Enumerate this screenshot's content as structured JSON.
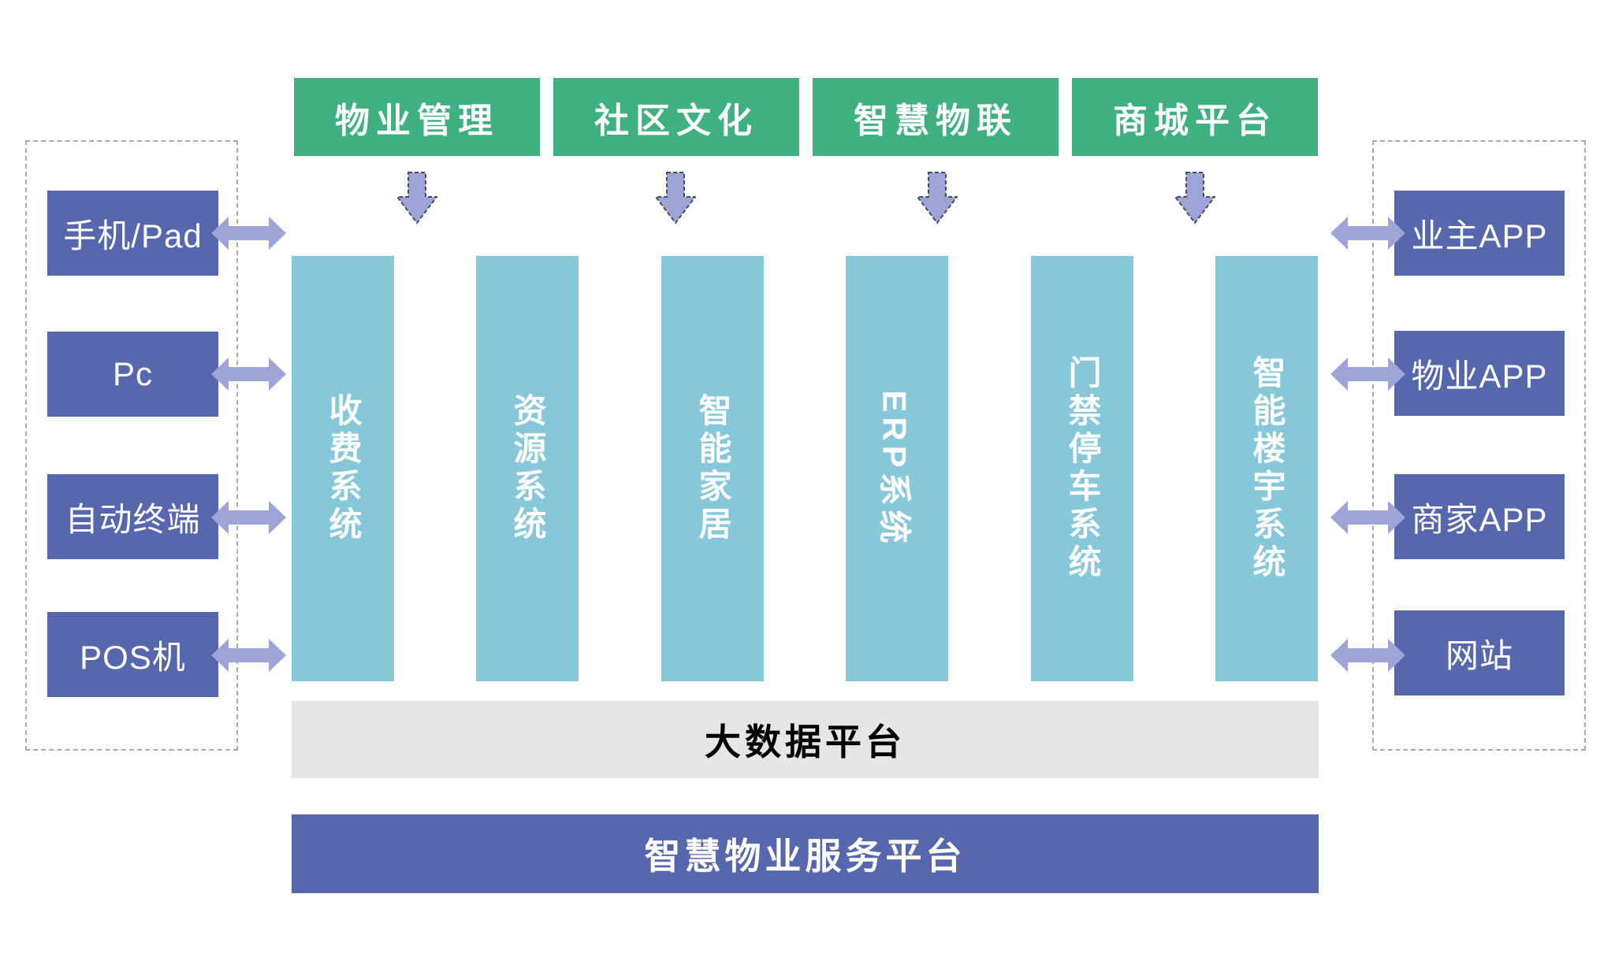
{
  "modules": [
    "物业管理",
    "社区文化",
    "智慧物联",
    "商城平台"
  ],
  "devices": [
    "手机/Pad",
    "Pc",
    "自动终端",
    "POS机"
  ],
  "apps": [
    "业主APP",
    "物业APP",
    "商家APP",
    "网站"
  ],
  "systems": [
    "收费系统",
    "资源系统",
    "智能家居",
    "ERP系统",
    "门禁停车系统",
    "智能楼宇系统"
  ],
  "platforms": {
    "big_data": "大数据平台",
    "service": "智慧物业服务平台"
  },
  "colors": {
    "module_green": "#3FB080",
    "system_teal": "#86C7D9",
    "box_purple": "#5767AE",
    "arrow_purple": "#9DA4D8",
    "platform_gray": "#E6E6E6"
  }
}
